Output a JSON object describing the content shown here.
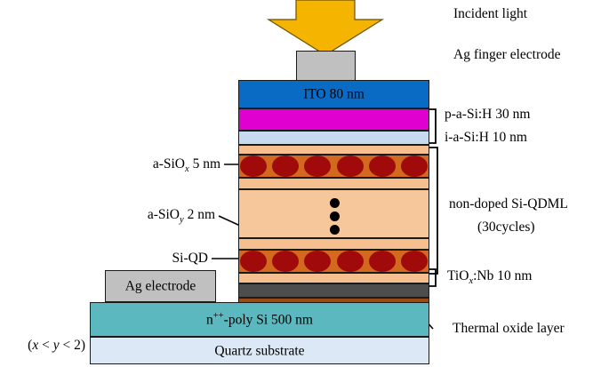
{
  "figure": {
    "type": "device-cross-section-schematic",
    "description": "Si quantum-dot multilayer solar cell cross section"
  },
  "annotations": {
    "incident_light": "Incident light",
    "ag_finger_electrode": "Ag finger electrode",
    "p_layer": "p-a-Si:H  30 nm",
    "i_layer": "i-a-Si:H  10 nm",
    "qdml_line1": "non-doped Si-QDML",
    "qdml_line2": "(30cycles)",
    "tiox_nb": "TiO",
    "tiox_nb_sub": "x",
    "tiox_nb_tail": ":Nb  10 nm",
    "thermal_oxide": "Thermal oxide layer",
    "a_siox_pre": "a-SiO",
    "a_siox_sub": "x",
    "a_siox_tail": " 5 nm",
    "a_sioy_pre": "a-SiO",
    "a_sioy_sub": "y",
    "a_sioy_tail": " 2 nm",
    "si_qd": "Si-QD",
    "ag_electrode": "Ag electrode",
    "inequality_open": "(",
    "inequality_x": "x",
    "inequality_mid": " < ",
    "inequality_y": "y",
    "inequality_end": " < 2)"
  },
  "layers": {
    "ito": "ITO  80 nm",
    "poly_si_pre": "n",
    "poly_si_sup": "++",
    "poly_si_tail": "-poly Si  500 nm",
    "quartz": "Quartz substrate"
  },
  "colors": {
    "arrow_yellow": "#F5B400",
    "ito_blue": "#0A6BC4",
    "p_layer_magenta": "#E000D0",
    "i_layer_lightblue": "#C6DAF0",
    "a_siox_peach": "#F5BF90",
    "qd_band_orange": "#D2691E",
    "qd_dark_red": "#A00A0A",
    "tiox_gray": "#4D4D4D",
    "thermal_oxide_brown": "#9C4A12",
    "poly_si_teal": "#5BB8BE",
    "quartz_lightblue": "#DCE8F5",
    "ag_gray": "#C0C0C0",
    "outline_black": "#1A1A1A"
  },
  "geometry": {
    "qd_per_row": 6,
    "qd_rows": 2,
    "ellipsis_dots": 3
  }
}
